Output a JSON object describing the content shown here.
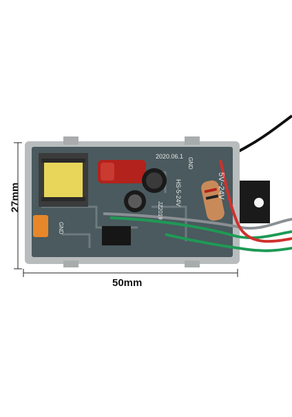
{
  "dimensions": {
    "width_label": "50mm",
    "height_label": "27mm"
  },
  "board_markings": {
    "date_code": "2020.06.1",
    "voltage_label": "5V~24V",
    "model_label": "HS-5-24V",
    "gnd_label_top": "GND",
    "gnd_label_bottom": "GND",
    "part_code": "JZ2019"
  },
  "colors": {
    "background": "#ffffff",
    "case": "#b9bcbd",
    "pcb": "#4a5a5e",
    "capacitor_red": "#b3221c",
    "transformer_yellow": "#e8d65a",
    "wire_black": "#111111",
    "wire_red": "#d0312d",
    "wire_green": "#1e9a55",
    "wire_gray": "#8a8f93"
  }
}
